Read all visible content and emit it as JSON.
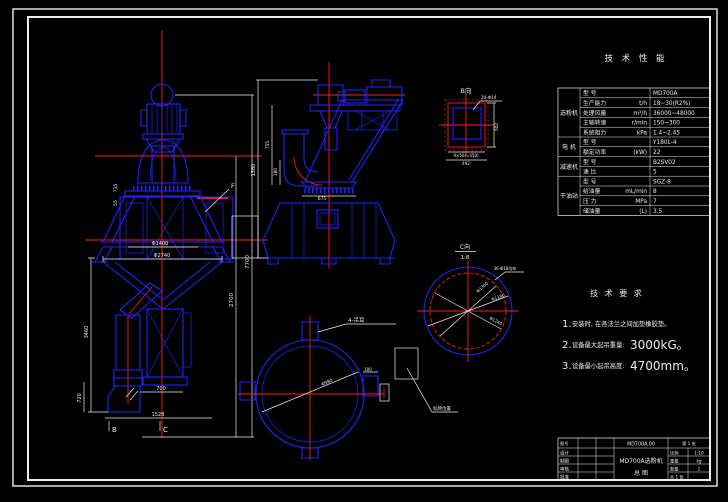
{
  "colors": {
    "background": "#000000",
    "line_blue": "#2222ff",
    "line_red": "#ff1c1c",
    "line_white": "#ededed"
  },
  "tech_table": {
    "title": "技 术 性 能",
    "groups": [
      {
        "label": "选粉机"
      },
      {
        "label": "电 机"
      },
      {
        "label": "减速机"
      },
      {
        "label": "干油站"
      }
    ],
    "rows": [
      {
        "param": "型    号",
        "unit": "",
        "value": "MD700A"
      },
      {
        "param": "生产能力",
        "unit": "t/h",
        "value": "18~30(R2%)"
      },
      {
        "param": "处理风量",
        "unit": "m³/h",
        "value": "36000~48000"
      },
      {
        "param": "主轴转速",
        "unit": "r/min",
        "value": "150~300"
      },
      {
        "param": "系统阻力",
        "unit": "kPa",
        "value": "1.4~2.45"
      },
      {
        "param": "型    号",
        "unit": "",
        "value": "Y180L-4"
      },
      {
        "param": "额定功率",
        "unit": "(kW)",
        "value": "22"
      },
      {
        "param": "型    号",
        "unit": "",
        "value": "B2SV02"
      },
      {
        "param": "速    比",
        "unit": "",
        "value": "5"
      },
      {
        "param": "型    号",
        "unit": "",
        "value": "SGZ-8"
      },
      {
        "param": "给油量",
        "unit": "mL/min",
        "value": "8"
      },
      {
        "param": "压    力",
        "unit": "MPa",
        "value": "7"
      },
      {
        "param": "储油量",
        "unit": "(L)",
        "value": "3.5"
      }
    ]
  },
  "tech_req": {
    "title": "技 术 要 求",
    "items": [
      {
        "no": "1.",
        "text": "安装时, 在各法兰之间加垫橡胶垫。",
        "value": ""
      },
      {
        "no": "2.",
        "text": "设备最大起吊重量:",
        "value": "3000kG。"
      },
      {
        "no": "3.",
        "text": "设备最小起吊高度:",
        "value": "4700mm。"
      }
    ]
  },
  "front_view": {
    "label_f": "F",
    "label_b": "B",
    "label_c": "C",
    "dims": {
      "h_total": "7700",
      "h_mid": "2700",
      "w1": "715",
      "w2": "55",
      "d_imp": "Φ1400",
      "d_flange": "Φ2740",
      "h_cone": "3460",
      "h_foot": "720",
      "w_foot": "700",
      "w_base": "1528"
    }
  },
  "side_view": {
    "dims": {
      "d1": "1380",
      "d2": "755",
      "d3": "180",
      "d4": "675"
    }
  },
  "view_b": {
    "label": "B向",
    "holes": "20-Φ14",
    "dim_bottom1": "9×50(=450)",
    "dim_bottom2": "492",
    "dim_right": "502"
  },
  "view_c": {
    "label": "C向",
    "scale": "1:8",
    "holes": "36-Φ18均布",
    "d1": "Φ1240",
    "d2": "Φ1180",
    "d3": "Φ1300"
  },
  "bottom_view": {
    "lugs": "4-吊耳",
    "d1": "Φ980",
    "dim_lug": "180",
    "note": "标牌位置"
  },
  "title_block": {
    "top_left": "图号",
    "drawing_no": "MD700A.00",
    "sheet_no": "第 1 张",
    "row_design": "设计",
    "row_draw": "制图",
    "row_check": "审核",
    "row_approve": "批准",
    "title_line1": "MD700A选粉机",
    "title_line2": "总  图",
    "scale_label": "比例",
    "scale": "1:10",
    "weight_label": "重量",
    "weight": "kg",
    "qty_label": "数量",
    "qty": "1",
    "sheets": "共 1 张"
  }
}
